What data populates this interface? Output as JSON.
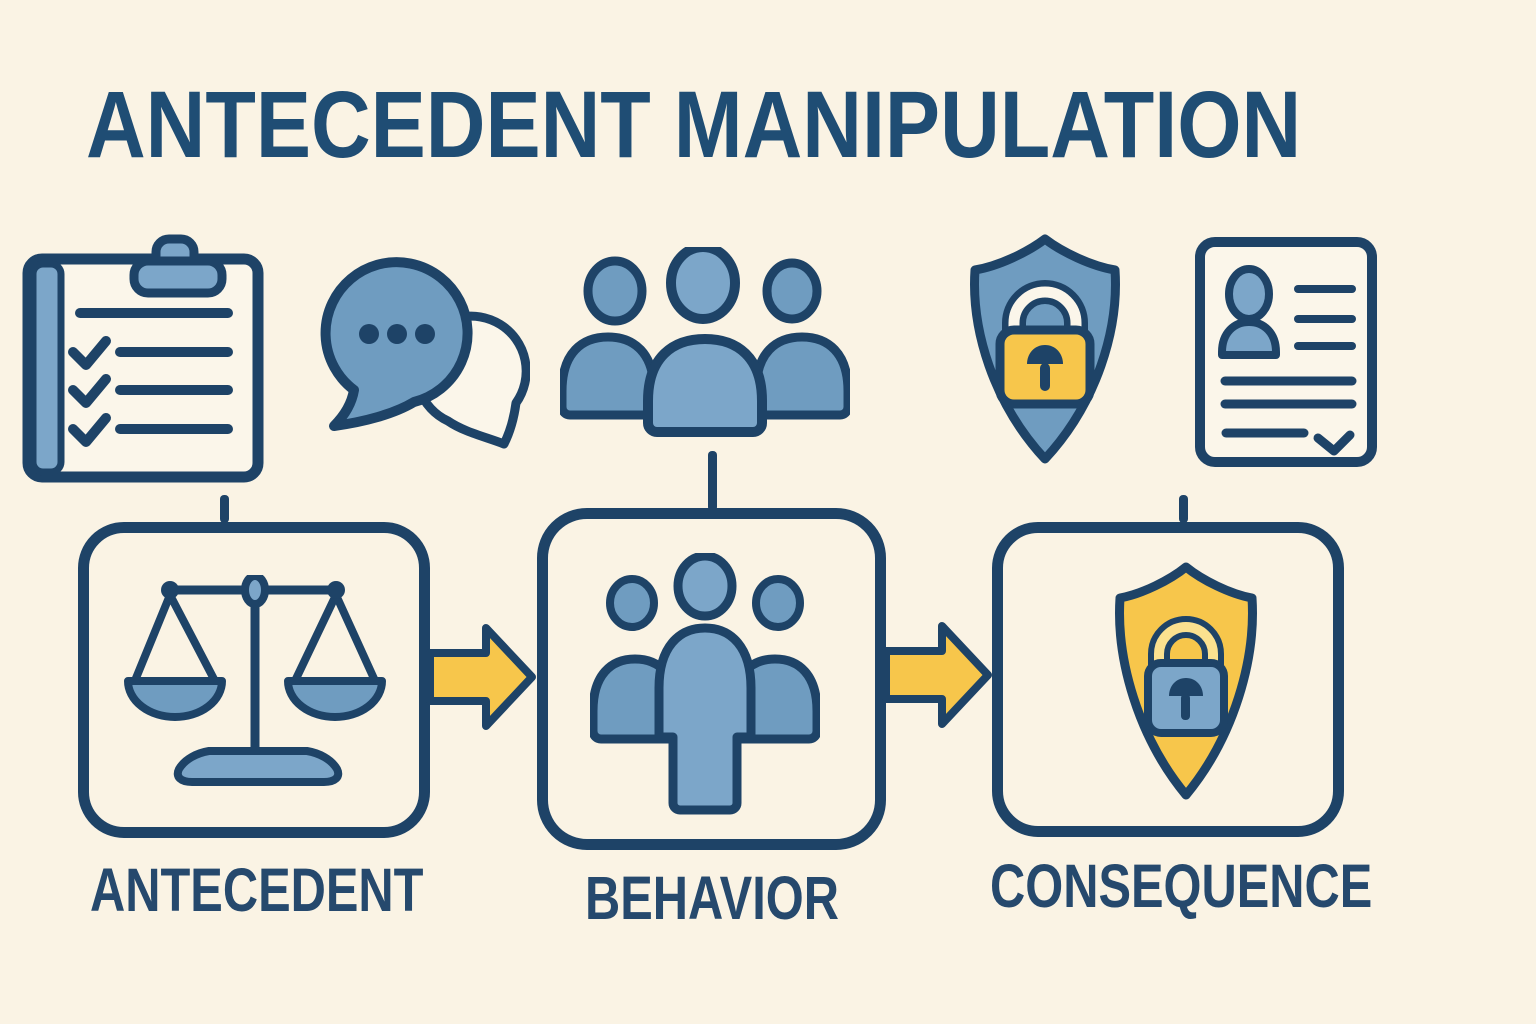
{
  "title": "ANTECEDENT MANIPULATION",
  "colors": {
    "background": "#faf3e4",
    "navy_outline": "#1e4367",
    "title_navy": "#1f4d74",
    "label_navy": "#26496d",
    "blue": "#6f9cc0",
    "blue_light": "#7ca6c9",
    "yellow": "#f7c64b",
    "yellow_light": "#fbe18f",
    "paper": "#fbf6ea"
  },
  "top_icon_row": {
    "icons": [
      {
        "name": "clipboard-checklist-icon"
      },
      {
        "name": "chat-bubbles-icon"
      },
      {
        "name": "people-group-icon"
      },
      {
        "name": "shield-lock-icon"
      },
      {
        "name": "profile-document-icon"
      }
    ]
  },
  "flow": {
    "steps": [
      {
        "label": "ANTECEDENT",
        "icon": "balance-scale-icon"
      },
      {
        "label": "BEHAVIOR",
        "icon": "people-group-icon"
      },
      {
        "label": "CONSEQUENCE",
        "icon": "shield-lock-icon"
      }
    ],
    "connector_icon": "arrow-right-icon"
  }
}
